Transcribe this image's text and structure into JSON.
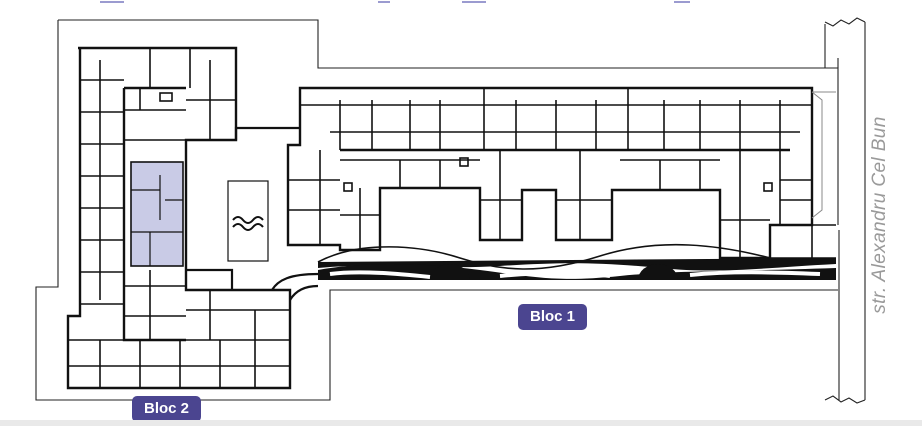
{
  "labels": {
    "bloc1": "Bloc 1",
    "bloc2": "Bloc 2",
    "street": "str. Alexandru Cel Bun"
  },
  "colors": {
    "badge": "#4b4590",
    "highlight_unit": "#c9cbe6",
    "top_dashes": "#9b9bd0",
    "wall": "#111111",
    "street_text": "#9a9a9a"
  },
  "icons": {
    "pool": "water-waves-icon"
  }
}
